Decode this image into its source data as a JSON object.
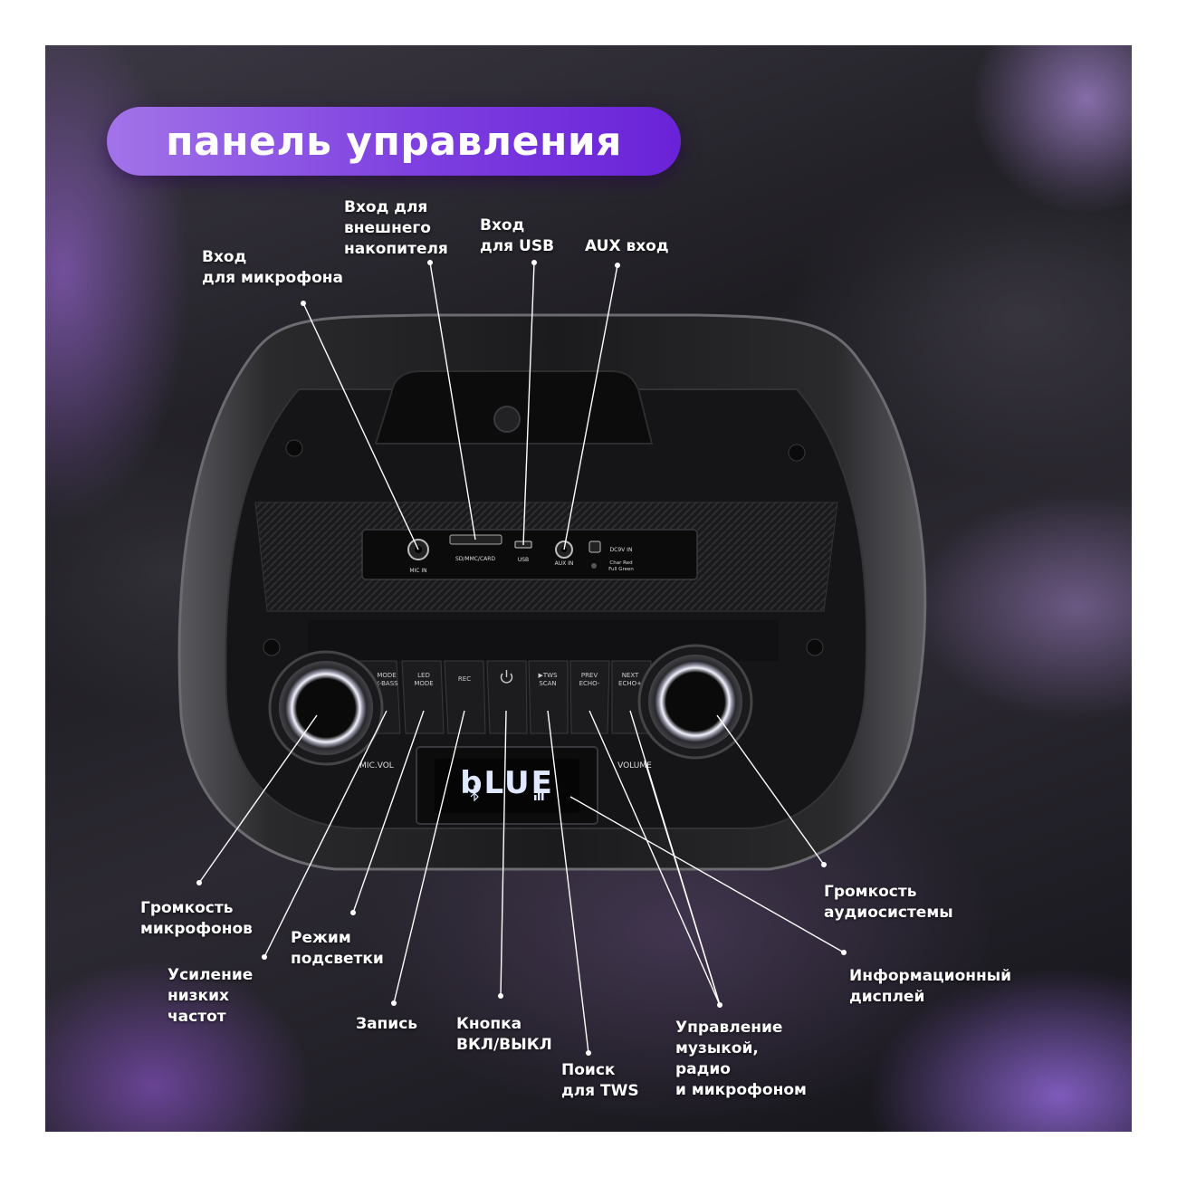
{
  "title": "панель управления",
  "callouts": {
    "mic_in": "Вход\nдля микрофона",
    "card_in": "Вход для\nвнешнего\nнакопителя",
    "usb_in": "Вход\nдля USB",
    "aux_in": "AUX вход",
    "mic_volume": "Громкость\nмикрофонов",
    "bass_boost": "Усиление\nнизких\nчастот",
    "light_mode": "Режим\nподсветки",
    "record": "Запись",
    "power_button": "Кнопка\nВКЛ/ВЫКЛ",
    "tws_search": "Поиск\nдля TWS",
    "music_control": "Управление\nмузыкой,\nрадио\nи микрофоном",
    "info_display": "Информационный\nдисплей",
    "system_volume": "Громкость\nаудиосистемы"
  },
  "device": {
    "ports": {
      "mic_in": "MIC IN",
      "card": "SD/MMC/CARD",
      "usb": "USB",
      "aux_in": "AUX IN",
      "dc_in": "DC9V IN",
      "charge_1": "Char Red",
      "charge_2": "Full Green"
    },
    "buttons": {
      "mode_1": "MODE",
      "mode_2": "X-BASS",
      "led_1": "LED",
      "led_2": "MODE",
      "rec": "REC",
      "tws_1": "▶TWS",
      "tws_2": "SCAN",
      "prev_1": "PREV",
      "prev_2": "ECHO-",
      "next_1": "NEXT",
      "next_2": "ECHO+"
    },
    "knob_left_label": "MIC.VOL",
    "knob_right_label": "VOLUME",
    "display_text": "bLUE",
    "power_icon": "power-icon",
    "bluetooth_icon": "bluetooth-icon",
    "accent_color": "#7d3fe0",
    "display_color": "#dfe8ff"
  }
}
